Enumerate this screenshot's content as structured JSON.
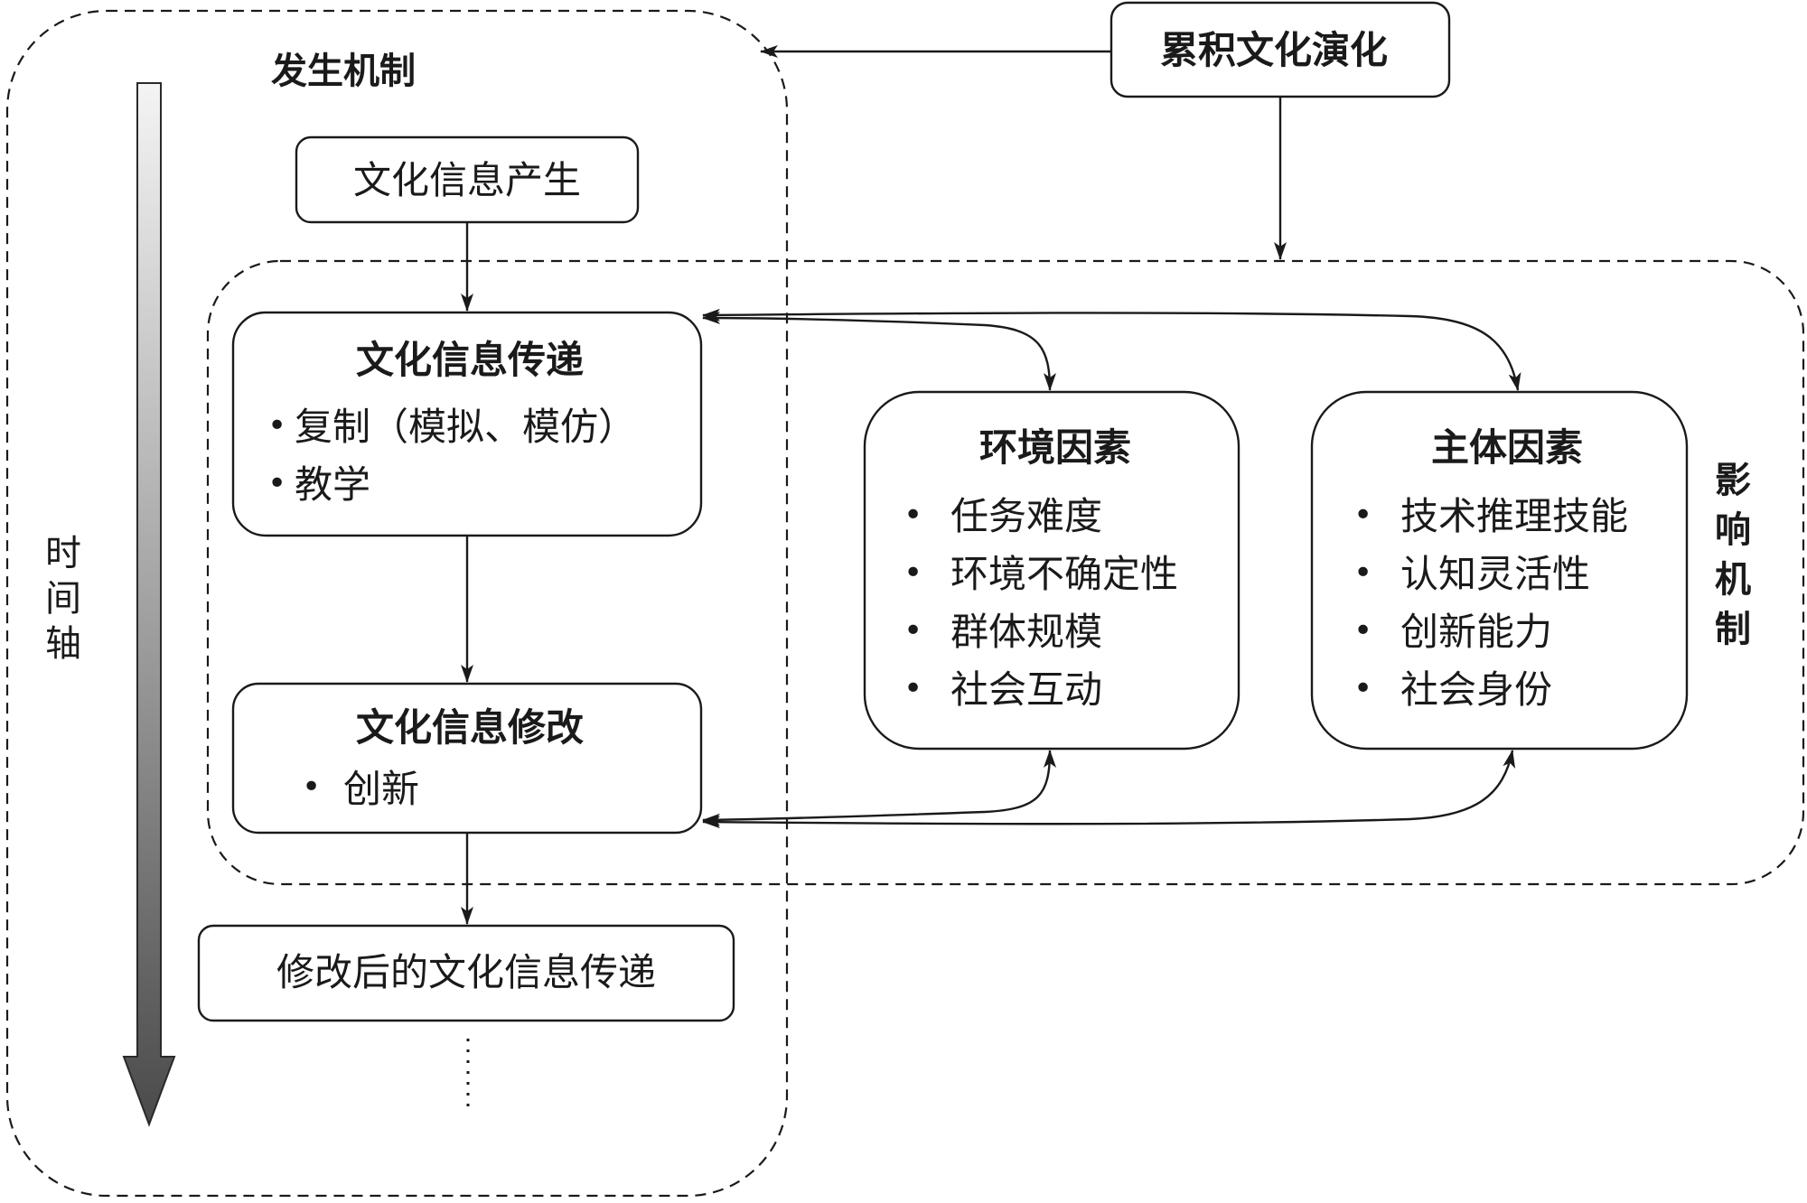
{
  "regions": {
    "origin_label": "发生机制",
    "influence_label": "影响机制",
    "timeline_label": "时间轴"
  },
  "boxes": {
    "cumulative": "累积文化演化",
    "produce": "文化信息产生",
    "transmit": {
      "title": "文化信息传递",
      "items": [
        "复制（模拟、模仿）",
        "教学"
      ]
    },
    "modify": {
      "title": "文化信息修改",
      "items": [
        "创新"
      ]
    },
    "after": "修改后的文化信息传递",
    "environment": {
      "title": "环境因素",
      "items": [
        "任务难度",
        "环境不确定性",
        "群体规模",
        "社会互动"
      ]
    },
    "subject": {
      "title": "主体因素",
      "items": [
        "技术推理技能",
        "认知灵活性",
        "创新能力",
        "社会身份"
      ]
    }
  },
  "bullet": "•",
  "continuation": "⋮"
}
